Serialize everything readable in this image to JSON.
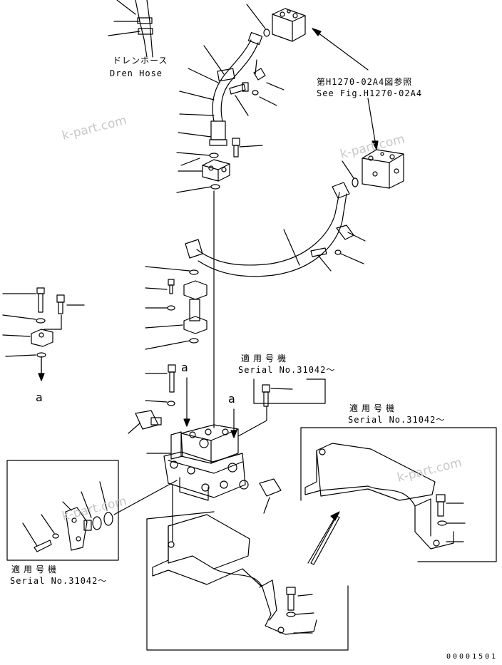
{
  "labels": {
    "drain_hose_jp": "ドレンホース",
    "drain_hose_en": "Dren Hose",
    "see_fig_jp": "第H1270-02A4図参照",
    "see_fig_en": "See Fig.H1270-02A4",
    "serial_jp": "適用号機",
    "serial_en": "Serial No.31042～",
    "callout_a": "a",
    "drawing_code": "00001501"
  },
  "watermark": "k-part.com"
}
